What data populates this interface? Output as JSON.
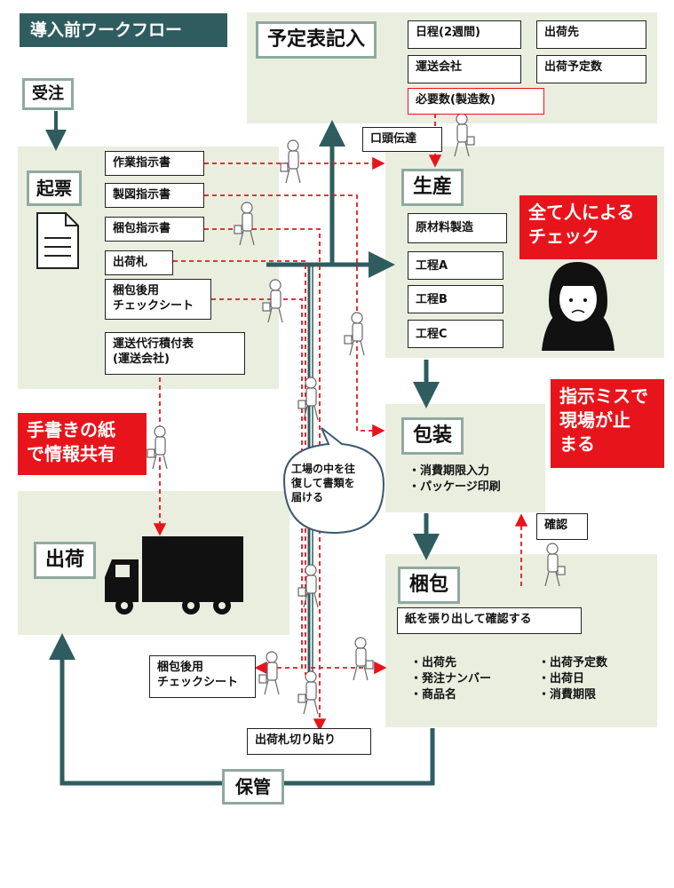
{
  "title": "導入前ワークフロー",
  "order": {
    "label": "受注"
  },
  "schedule": {
    "header": "予定表記入",
    "items": [
      "日程(2週間)",
      "出荷先",
      "運送会社",
      "出荷予定数"
    ],
    "required": "必要数(製造数)"
  },
  "verbal": "口頭伝達",
  "issue": {
    "header": "起票",
    "docs": [
      "作業指示書",
      "製図指示書",
      "梱包指示書",
      "出荷札",
      "梱包後用\nチェックシート",
      "運送代行積付表\n(運送会社)"
    ]
  },
  "production": {
    "header": "生産",
    "steps": [
      "原材料製造",
      "工程A",
      "工程B",
      "工程C"
    ]
  },
  "human_check": "全て人による\nチェック",
  "instruction_mistake": "指示ミスで\n現場が止\nまる",
  "handwritten": "手書きの紙\nで情報共有",
  "speech_bubble": "工場の中を往\n復して書類を\n届ける",
  "packaging": {
    "header": "包装",
    "items": [
      "・消費期限入力",
      "・パッケージ印刷"
    ]
  },
  "confirm": "確認",
  "shipping": {
    "header": "出荷"
  },
  "packing": {
    "header": "梱包",
    "paper": "紙を張り出して確認する",
    "left_items": [
      "・出荷先",
      "・発注ナンバー",
      "・商品名"
    ],
    "right_items": [
      "・出荷予定数",
      "・出荷日",
      "・消費期限"
    ]
  },
  "checksheet": "梱包後用\nチェックシート",
  "tag_paste": "出荷札切り貼り",
  "storage": {
    "label": "保管"
  },
  "colors": {
    "panel": "#e9eedf",
    "dark_teal": "#2f5d5f",
    "red": "#e8141c",
    "header_border": "#8fa9a0"
  }
}
